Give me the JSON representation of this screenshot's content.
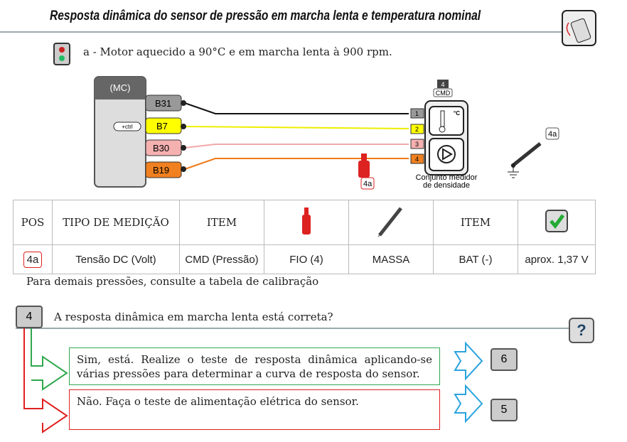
{
  "title": "Resposta dinâmica do sensor de pressão em marcha lenta e temperatura nominal",
  "condition": "a - Motor aquecido a 90°C e em marcha lenta à 900 rpm.",
  "diagram": {
    "module": "(MC)",
    "ctrl": "+ctrl",
    "pins": [
      "B31",
      "B7",
      "B30",
      "B19"
    ],
    "connector_num": "4",
    "connector_name": "CMD",
    "sensor_pins": [
      "1",
      "2",
      "3",
      "4"
    ],
    "sensor_label1": "Conjunto medidor",
    "sensor_label2": "de densidade",
    "probe_label": "4a",
    "ground_probe_label": "4a",
    "deg": "°C"
  },
  "table": {
    "headers": [
      "POS",
      "TIPO DE MEDIÇÃO",
      "ITEM",
      "",
      "",
      "ITEM",
      ""
    ],
    "row": [
      "4a",
      "Tensão DC (Volt)",
      "CMD (Pressão)",
      "FIO (4)",
      "MASSA",
      "BAT (-)",
      "aprox. 1,37 V"
    ]
  },
  "note": "Para demais pressões, consulte a tabela de calibração",
  "step": {
    "number": "4",
    "question": "A resposta dinâmica em marcha lenta está correta?",
    "help": "?"
  },
  "answers": [
    {
      "text": "Sim, está. Realize o teste de resposta dinâmica aplicando-se várias pressões para determinar a curva de resposta do sensor.",
      "goto": "6",
      "color": "#2fa84f"
    },
    {
      "text": "Não. Faça o teste de alimentação elétrica do sensor.",
      "goto": "5",
      "color": "#e02020"
    }
  ]
}
